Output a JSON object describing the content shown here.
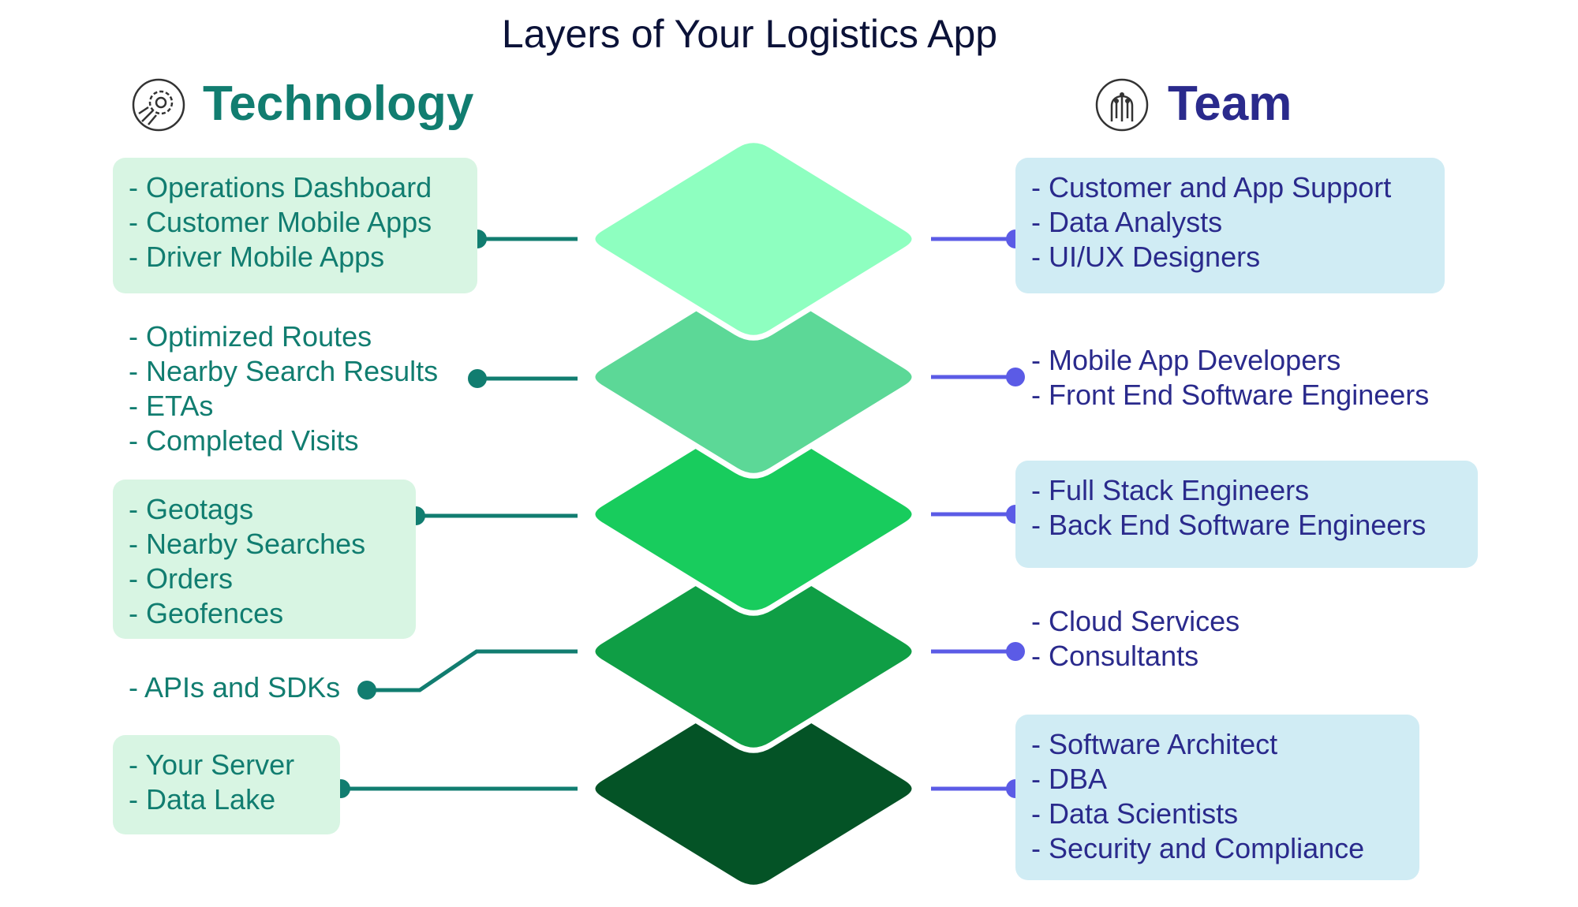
{
  "title": "Layers of Your Logistics App",
  "columns": {
    "technology": {
      "heading": "Technology",
      "icon": "gear-circuit-icon",
      "color": "#117d70",
      "fill": "#d8f5e3"
    },
    "team": {
      "heading": "Team",
      "icon": "brain-circuit-icon",
      "color": "#2a2a8c",
      "fill": "#d0ecf4",
      "line_color": "#5b5be6"
    }
  },
  "layers": [
    {
      "color": "#8effc0",
      "technology": [
        "- Operations Dashboard",
        "- Customer Mobile Apps",
        "- Driver Mobile Apps"
      ],
      "team": [
        "- Customer and App Support",
        "- Data Analysts",
        "- UI/UX Designers"
      ]
    },
    {
      "color": "#5cd897",
      "technology": [
        "- Optimized Routes",
        "- Nearby Search Results",
        "- ETAs",
        "- Completed Visits"
      ],
      "team": [
        "- Mobile App Developers",
        "- Front End Software Engineers"
      ]
    },
    {
      "color": "#18cc5d",
      "technology": [
        "- Geotags",
        "- Nearby Searches",
        "- Orders",
        "- Geofences"
      ],
      "team": [
        "- Full Stack Engineers",
        "- Back End Software Engineers"
      ]
    },
    {
      "color": "#0f9e45",
      "technology": [
        "- APIs and SDKs"
      ],
      "team": [
        "- Cloud Services",
        "- Consultants"
      ]
    },
    {
      "color": "#045326",
      "technology": [
        "- Your Server",
        "- Data Lake"
      ],
      "team": [
        "- Software Architect",
        "- DBA",
        "- Data Scientists",
        "- Security and Compliance"
      ]
    }
  ]
}
